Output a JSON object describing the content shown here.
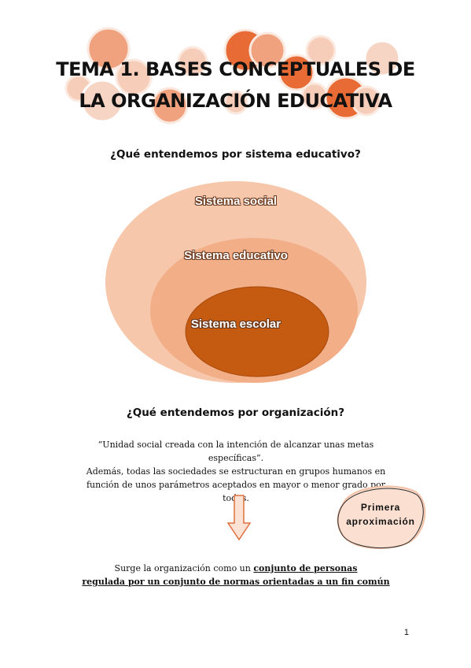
{
  "header": {
    "title_line1": "TEMA 1. BASES CONCEPTUALES DE",
    "title_line2": "LA ORGANIZACIÓN EDUCATIVA",
    "colors": {
      "dark_orange": "#e86a34",
      "mid_orange": "#f0a27f",
      "light_peach": "#f6cdb9"
    }
  },
  "question1": "¿Qué entendemos por sistema educativo?",
  "diagram": {
    "outer_label": "Sistema social",
    "middle_label": "Sistema educativo",
    "inner_label": "Sistema escolar",
    "colors": {
      "outer": "#f7c7ac",
      "middle": "#f2ae86",
      "inner": "#c55a11"
    }
  },
  "question2": "¿Qué entendemos por organización?",
  "paragraph": {
    "line1": "“Unidad social creada con la intención de alcanzar unas metas específicas”.",
    "line2": "Además, todas las sociedades se estructuran en grupos humanos en",
    "line3": "función de unos parámetros aceptados en mayor o menor grado por todos."
  },
  "badge": {
    "line1": "Primera",
    "line2": "aproximación",
    "color": "#fbe0d2"
  },
  "conclusion": {
    "prefix": "Surge la organización como un ",
    "emphasis1": "conjunto de personas",
    "emphasis2": "regulada por un conjunto de normas orientadas a un fin común"
  },
  "page_number": "1"
}
